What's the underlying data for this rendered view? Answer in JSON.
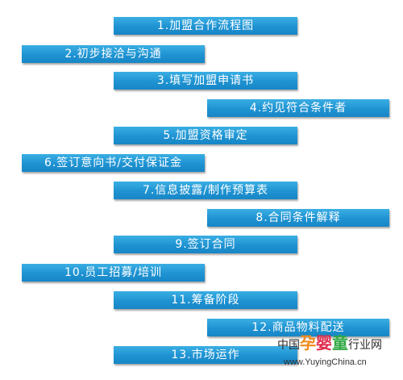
{
  "steps": [
    "1.加盟合作流程图",
    "2.初步接洽与沟通",
    "3.填写加盟申请书",
    "4.约见符合条件者",
    "5.加盟资格审定",
    "6.签订意向书/交付保证金",
    "7.信息披露/制作预算表",
    "8.合同条件解释",
    "9.签订合同",
    "10.员工招募/培训",
    "11.筹备阶段",
    "12.商品物料配送",
    "13.市场运作"
  ],
  "watermark": {
    "prefix": "中国",
    "c1": "孕",
    "c2": "婴",
    "c3": "童",
    "suffix": "行业网",
    "url": "www.YuyingChina.cn"
  },
  "colors": {
    "box": "#1f93d2",
    "text": "#ffffff"
  }
}
